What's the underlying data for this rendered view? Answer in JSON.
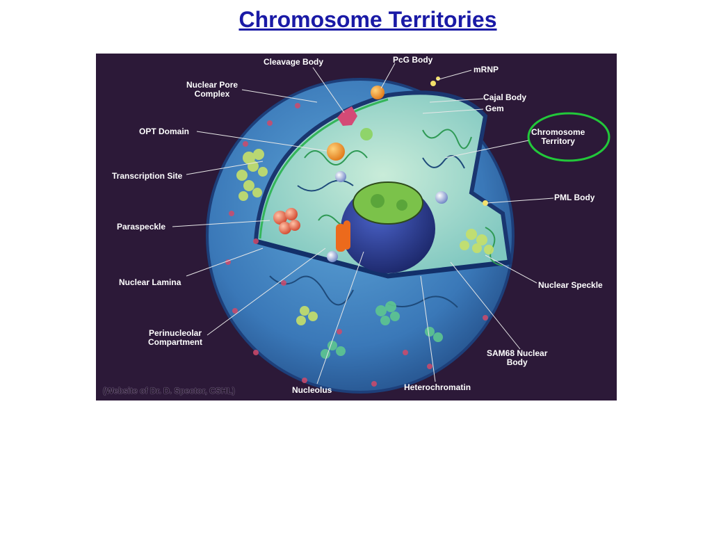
{
  "slide": {
    "title": "Chromosome Territories"
  },
  "diagram": {
    "colors": {
      "background": "#2c1938",
      "nucleus_outer": "#3f7fbf",
      "nucleus_inner": "#a9d8d0",
      "highlight_ring": "#22c83a",
      "nucleolus": "#2a3a8a"
    },
    "labels": {
      "cleavage_body": "Cleavage Body",
      "pcg_body": "PcG Body",
      "mrnp": "mRNP",
      "nuclear_pore_line1": "Nuclear Pore",
      "nuclear_pore_line2": "Complex",
      "cajal_body": "Cajal Body",
      "gem": "Gem",
      "opt_domain": "OPT Domain",
      "chromosome_territory_line1": "Chromosome",
      "chromosome_territory_line2": "Territory",
      "transcription_site": "Transcription Site",
      "pml_body": "PML Body",
      "paraspeckle": "Paraspeckle",
      "nuclear_lamina": "Nuclear Lamina",
      "nuclear_speckle": "Nuclear Speckle",
      "perinucleolar_line1": "Perinucleolar",
      "perinucleolar_line2": "Compartment",
      "sam68_line1": "SAM68 Nuclear",
      "sam68_line2": "Body",
      "nucleolus": "Nucleolus",
      "heterochromatin": "Heterochromatin"
    },
    "credit": "(Website of Dr. D. Spector, CSHL)"
  }
}
